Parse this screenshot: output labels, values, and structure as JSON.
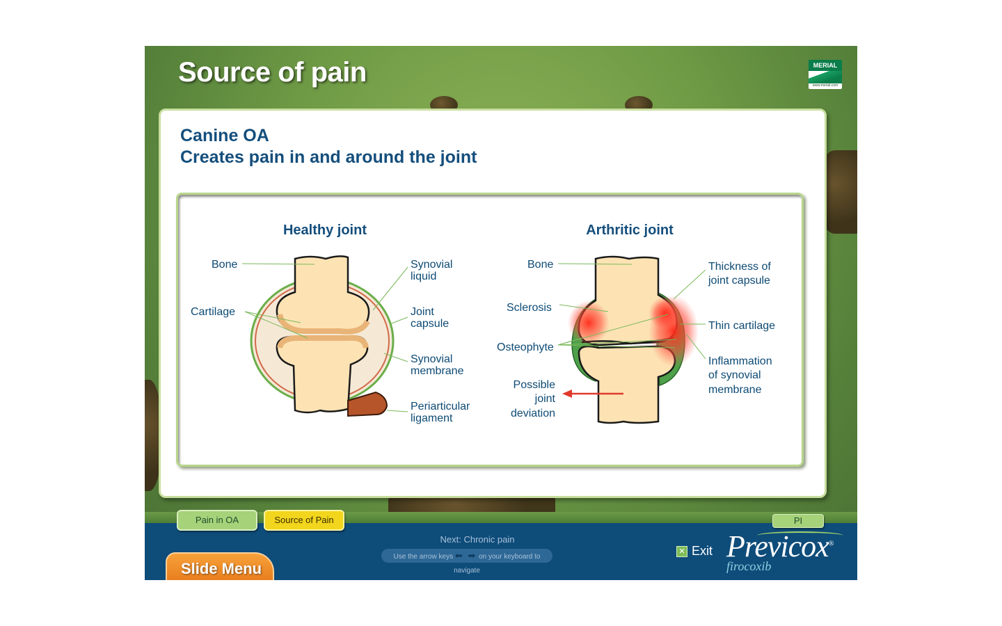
{
  "page": {
    "title": "Source of pain",
    "logo_text": "MERIAL",
    "logo_url_text": "www.merial.com"
  },
  "card": {
    "heading_line1": "Canine OA",
    "heading_line2": "Creates pain in and around the joint"
  },
  "diagram": {
    "healthy_title": "Healthy joint",
    "arthritic_title": "Arthritic joint",
    "healthy_labels": {
      "bone": "Bone",
      "cartilage": "Cartilage",
      "synovial_liquid_1": "Synovial",
      "synovial_liquid_2": "liquid",
      "joint_capsule_1": "Joint",
      "joint_capsule_2": "capsule",
      "synovial_membrane_1": "Synovial",
      "synovial_membrane_2": "membrane",
      "periarticular_1": "Periarticular",
      "periarticular_2": "ligament"
    },
    "arthritic_labels": {
      "bone": "Bone",
      "sclerosis": "Sclerosis",
      "osteophyte": "Osteophyte",
      "deviation_1": "Possible",
      "deviation_2": "joint",
      "deviation_3": "deviation",
      "thickness_1": "Thickness of",
      "thickness_2": "joint capsule",
      "thin_cartilage": "Thin cartilage",
      "inflammation_1": "Inflammation",
      "inflammation_2": "of synovial",
      "inflammation_3": "membrane"
    }
  },
  "nav": {
    "tab_pain": "Pain in OA",
    "tab_source": "Source of Pain",
    "tab_pi": "PI",
    "next_label": "Next: Chronic pain",
    "hint_left": "Use the arrow keys",
    "hint_arrows": "⬅ ➡",
    "hint_right": "on your keyboard to navigate",
    "exit_label": "Exit",
    "slide_menu": "Slide Menu"
  },
  "brand": {
    "name": "Previcox",
    "registered": "®",
    "generic": "firocoxib"
  },
  "colors": {
    "navy": "#0e4c7a",
    "heading_blue": "#144e7c",
    "tab_green": "#a6d27a",
    "tab_yellow": "#f2d51d",
    "menu_orange": "#e5781a"
  }
}
